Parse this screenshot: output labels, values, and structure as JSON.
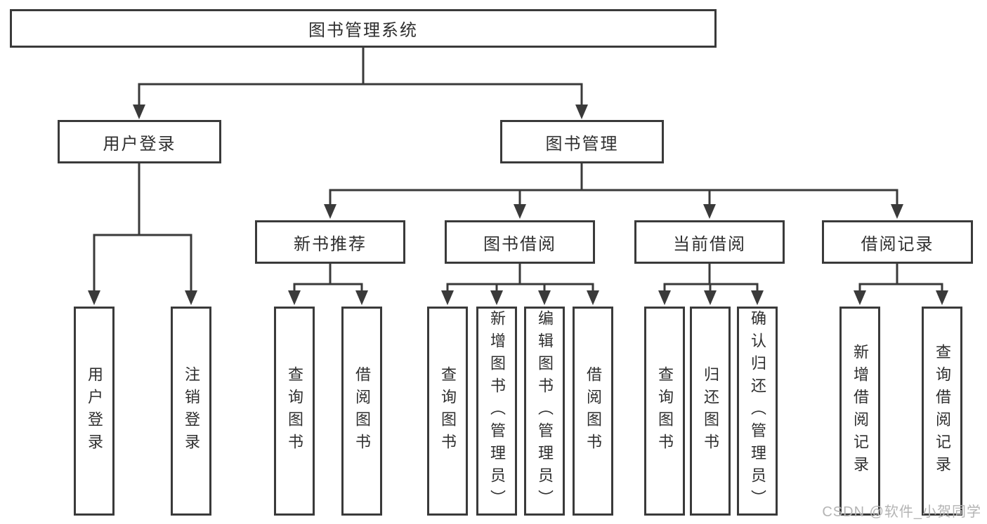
{
  "title": "图书管理系统",
  "colors": {
    "line": "#3a3a3a",
    "text": "#2f2f2f",
    "background": "#ffffff",
    "watermark": "#b4b4b4"
  },
  "nodes": {
    "root": "图书管理系统",
    "level2": {
      "user_login": "用户登录",
      "book_management": "图书管理"
    },
    "level3": {
      "new_book_recommend": "新书推荐",
      "book_borrowing": "图书借阅",
      "current_borrowing": "当前借阅",
      "borrowing_records": "借阅记录"
    },
    "leaves": {
      "user_login_leaf": "用户登录",
      "logout": "注销登录",
      "query_books_recommend": "查询图书",
      "borrow_books_recommend": "借阅图书",
      "query_books_borrowing": "查询图书",
      "add_books_admin": "新增图书（管理员）",
      "edit_books_admin": "编辑图书（管理员）",
      "borrow_books_borrowing": "借阅图书",
      "query_books_current": "查询图书",
      "return_books": "归还图书",
      "confirm_return_admin": "确认归还（管理员）",
      "add_borrow_record": "新增借阅记录",
      "query_borrow_record": "查询借阅记录"
    }
  },
  "watermark": "CSDN @软件_小贺同学"
}
